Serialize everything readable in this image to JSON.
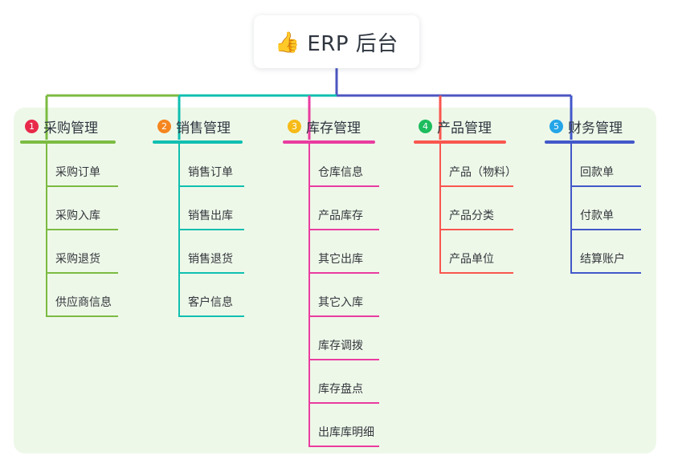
{
  "root": {
    "icon": "thumbs-up-icon",
    "emoji": "👍",
    "title": "ERP 后台"
  },
  "canvas": {
    "background": "#eef8e9"
  },
  "trunk": {
    "color": "#4c56c0"
  },
  "columns": [
    {
      "number": "1",
      "label": "采购管理",
      "badge_color": "#e8294a",
      "line_color": "#7cbb42",
      "items": [
        "采购订单",
        "采购入库",
        "采购退货",
        "供应商信息"
      ]
    },
    {
      "number": "2",
      "label": "销售管理",
      "badge_color": "#f5861f",
      "line_color": "#10bfb0",
      "items": [
        "销售订单",
        "销售出库",
        "销售退货",
        "客户信息"
      ]
    },
    {
      "number": "3",
      "label": "库存管理",
      "badge_color": "#f6bb18",
      "line_color": "#e93ca0",
      "items": [
        "仓库信息",
        "产品库存",
        "其它出库",
        "其它入库",
        "库存调拨",
        "库存盘点",
        "出库库明细"
      ]
    },
    {
      "number": "4",
      "label": "产品管理",
      "badge_color": "#1dbd5e",
      "line_color": "#f9564f",
      "items": [
        "产品（物料）",
        "产品分类",
        "产品单位"
      ]
    },
    {
      "number": "5",
      "label": "财务管理",
      "badge_color": "#24a5e8",
      "line_color": "#4258c9",
      "items": [
        "回款单",
        "付款单",
        "结算账户"
      ]
    }
  ]
}
